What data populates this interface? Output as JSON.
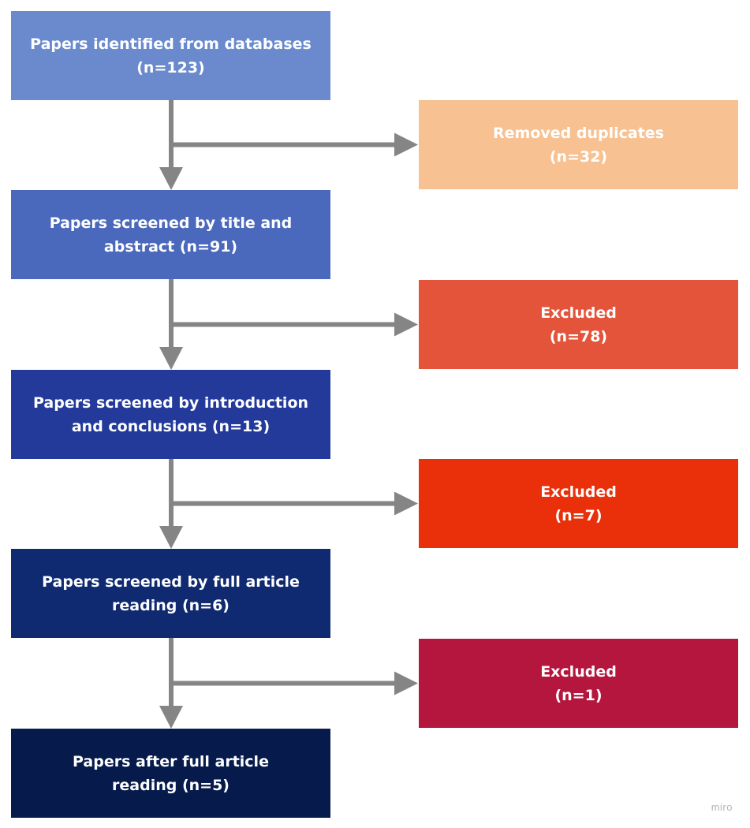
{
  "colors": {
    "arrow": "#858585",
    "identified": "#6a8acd",
    "screened_title": "#4b69bc",
    "screened_intro": "#233a9b",
    "screened_full": "#0f2a70",
    "after_full": "#061b4b",
    "duplicates": "#f7c192",
    "excluded_1": "#e3543b",
    "excluded_2": "#e9300a",
    "excluded_3": "#b5163d"
  },
  "stages": [
    {
      "line1": "Papers identified from databases",
      "line2": "(n=123)",
      "count": 123
    },
    {
      "line1": "Papers screened by title and",
      "line2": "abstract (n=91)",
      "count": 91
    },
    {
      "line1": "Papers screened by introduction",
      "line2": "and conclusions (n=13)",
      "count": 13
    },
    {
      "line1": "Papers screened by full article",
      "line2": "reading (n=6)",
      "count": 6
    },
    {
      "line1": "Papers after full article",
      "line2": "reading (n=5)",
      "count": 5
    }
  ],
  "removals": [
    {
      "line1": "Removed duplicates",
      "line2": "(n=32)",
      "count": 32
    },
    {
      "line1": "Excluded",
      "line2": "(n=78)",
      "count": 78
    },
    {
      "line1": "Excluded",
      "line2": "(n=7)",
      "count": 7
    },
    {
      "line1": "Excluded",
      "line2": "(n=1)",
      "count": 1
    }
  ],
  "watermark": "miro"
}
